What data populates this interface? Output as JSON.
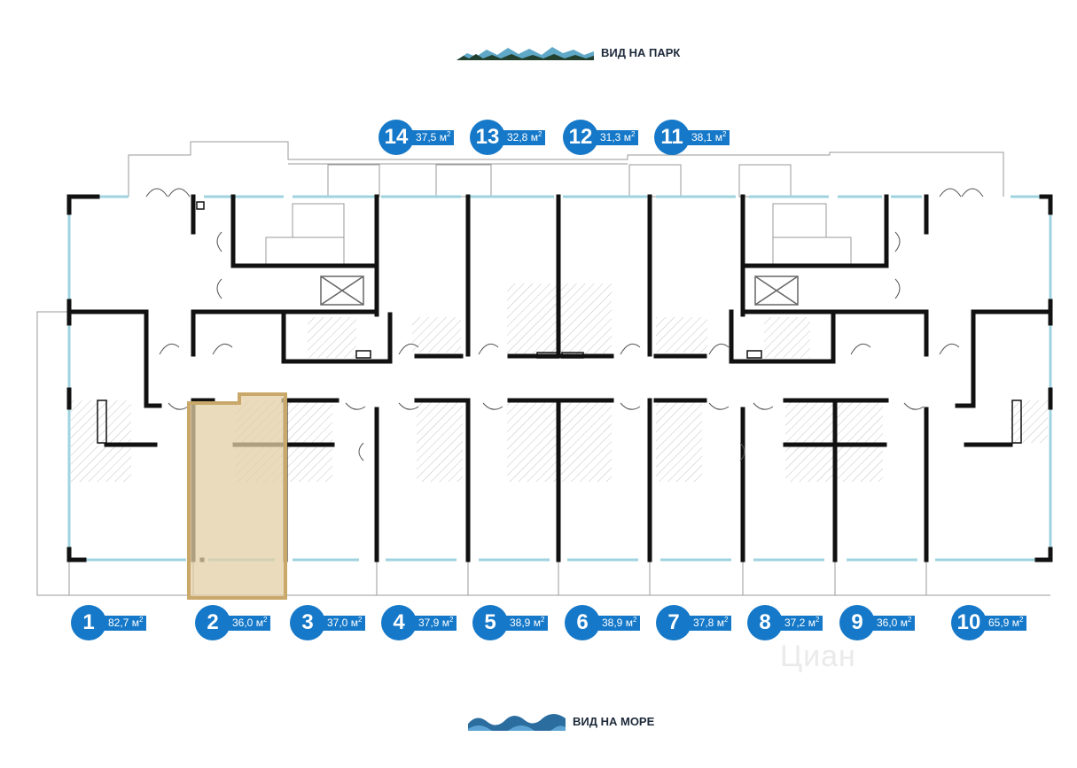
{
  "top_view": {
    "label": "ВИД НА ПАРК",
    "icon": "mountains-forest-icon"
  },
  "bottom_view": {
    "label": "ВИД НА МОРЕ",
    "icon": "sea-waves-icon"
  },
  "units_top": [
    {
      "num": "14",
      "area": "37,5 м"
    },
    {
      "num": "13",
      "area": "32,8 м"
    },
    {
      "num": "12",
      "area": "31,3 м"
    },
    {
      "num": "11",
      "area": "38,1 м"
    }
  ],
  "units_bottom": [
    {
      "num": "1",
      "area": "82,7 м"
    },
    {
      "num": "2",
      "area": "36,0 м"
    },
    {
      "num": "3",
      "area": "37,0 м"
    },
    {
      "num": "4",
      "area": "37,9 м"
    },
    {
      "num": "5",
      "area": "38,9 м"
    },
    {
      "num": "6",
      "area": "38,9 м"
    },
    {
      "num": "7",
      "area": "37,8 м"
    },
    {
      "num": "8",
      "area": "37,2 м"
    },
    {
      "num": "9",
      "area": "36,0 м"
    },
    {
      "num": "10",
      "area": "65,9 м"
    }
  ],
  "area_unit_sup": "2",
  "selected_unit": "2",
  "watermark": "Циан",
  "colors": {
    "badge": "#1578c8",
    "wall": "#111111",
    "window": "#9fd3df",
    "highlight_fill": "#e3cfa6",
    "highlight_border": "#c9a86a"
  }
}
